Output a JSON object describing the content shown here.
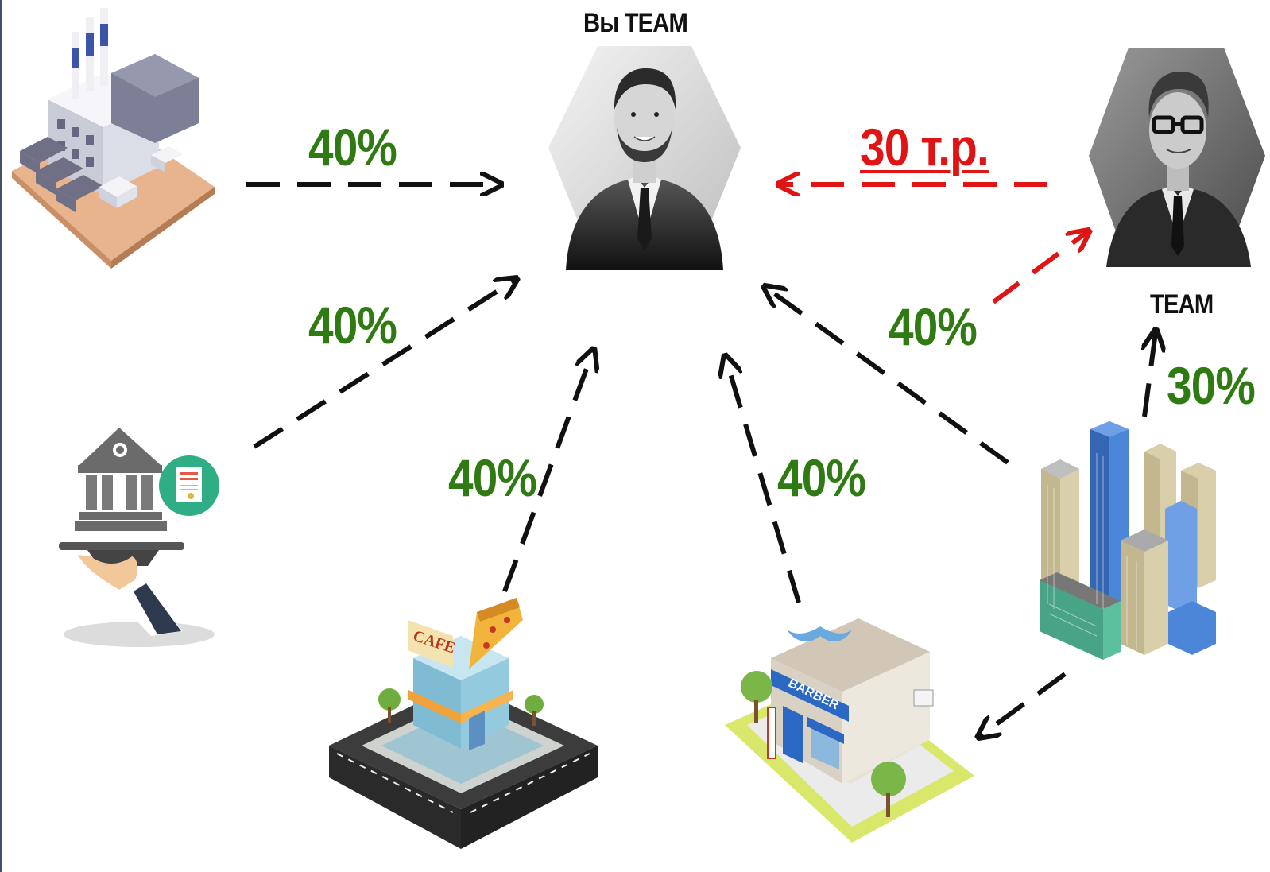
{
  "diagram": {
    "center_person": {
      "label": "Вы TEAM",
      "icon": "businessman-portrait-icon"
    },
    "right_person": {
      "label": "TEAM",
      "icon": "businessman-glasses-portrait-icon"
    },
    "nodes": [
      {
        "id": "factory",
        "icon": "factory-icon"
      },
      {
        "id": "bank",
        "icon": "bank-on-tray-icon"
      },
      {
        "id": "cafe",
        "icon": "cafe-building-icon"
      },
      {
        "id": "barber",
        "icon": "barber-shop-icon"
      },
      {
        "id": "city",
        "icon": "city-buildings-icon"
      }
    ],
    "edges": {
      "factory_to_you": "40%",
      "bank_to_you": "40%",
      "cafe_to_you": "40%",
      "barber_to_you": "40%",
      "city_to_you": "40%",
      "city_to_team": "30%",
      "team_to_you": "30 т.р."
    },
    "colors": {
      "percent_green": "#2f7a12",
      "payment_red": "#e01414",
      "arrow_black": "#111111"
    }
  }
}
